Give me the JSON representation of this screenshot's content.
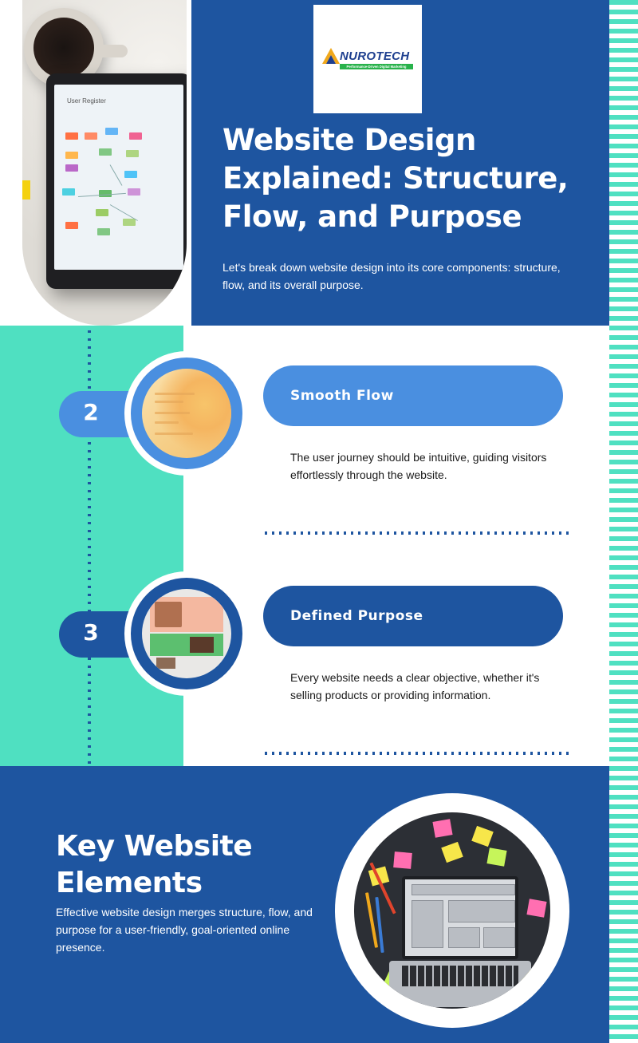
{
  "brand": {
    "name": "NUROTECH",
    "tagline": "Performance-Driven Digital Marketing"
  },
  "hero": {
    "title": "Website Design Explained: Structure, Flow, and Purpose",
    "subtitle": "Let's break down website design into its core components: structure, flow, and its overall purpose.",
    "tablet_screen_title": "User Register"
  },
  "steps": [
    {
      "number": "2",
      "title": "Smooth Flow",
      "text": "The user journey should be intuitive, guiding visitors effortlessly through the website."
    },
    {
      "number": "3",
      "title": "Defined Purpose",
      "text": "Every website needs a clear objective, whether it's selling products or providing information."
    }
  ],
  "key": {
    "title": "Key Website Elements",
    "text": "Effective website design merges structure, flow, and purpose for a user-friendly, goal-oriented online presence.",
    "laptop_screen_title": "Website Wireframe"
  },
  "colors": {
    "navy": "#1e55a0",
    "mint": "#4fe0c1",
    "light_blue": "#4a8fe0",
    "white": "#ffffff"
  }
}
